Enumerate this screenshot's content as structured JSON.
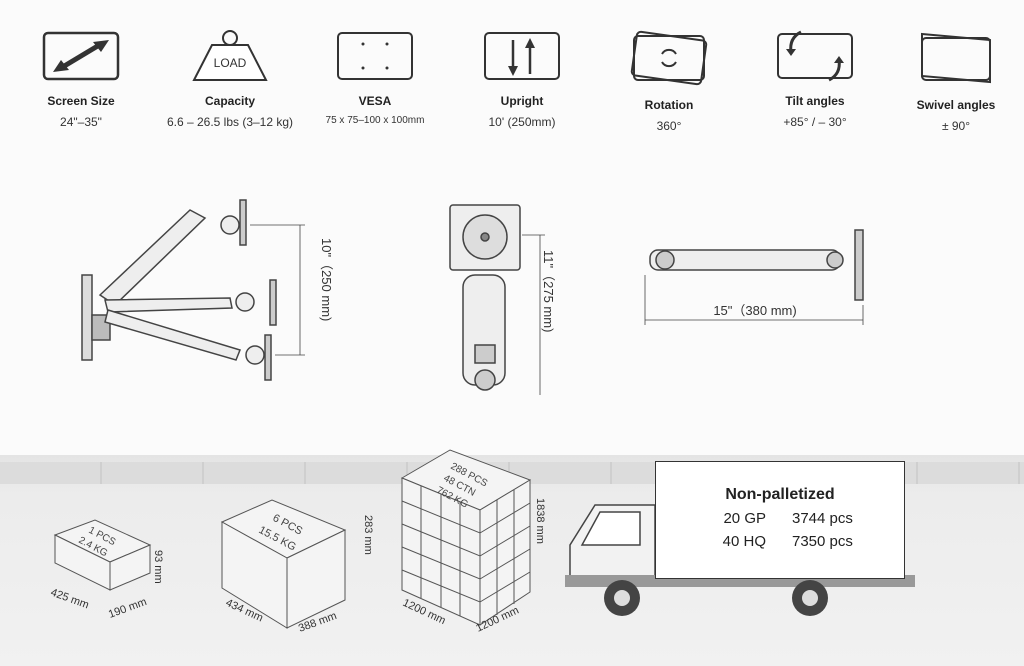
{
  "specs": [
    {
      "icon": "diagonal-arrow-icon",
      "label": "Screen Size",
      "value": "24\"–35\""
    },
    {
      "icon": "load-weight-icon",
      "label": "Capacity",
      "value": "6.6 – 26.5 lbs (3–12 kg)",
      "icon_text": "LOAD"
    },
    {
      "icon": "vesa-plate-icon",
      "label": "VESA",
      "value": "75 x 75–100 x 100mm"
    },
    {
      "icon": "up-down-arrows-icon",
      "label": "Upright",
      "value": "10' (250mm)"
    },
    {
      "icon": "rotation-icon",
      "label": "Rotation",
      "value": "360°"
    },
    {
      "icon": "tilt-icon",
      "label": "Tilt angles",
      "value": "+85°   / – 30°"
    },
    {
      "icon": "swivel-icon",
      "label": "Swivel angles",
      "value": "± 90°"
    }
  ],
  "dimensions": {
    "height_range": "10\"（250 mm)",
    "arm_height": "11\"（275 mm)",
    "extension": "15\"（380 mm)"
  },
  "packaging": {
    "single": {
      "line1": "1 PCS",
      "line2": "2.4 KG",
      "length": "425 mm",
      "width": "190 mm",
      "height": "93 mm"
    },
    "carton": {
      "line1": "6 PCS",
      "line2": "15.5 KG",
      "length": "434 mm",
      "width": "388 mm",
      "height": "283 mm"
    },
    "pallet": {
      "line1": "288 PCS",
      "line2": "48 CTN",
      "line3": "762 KG",
      "length": "1200 mm",
      "width": "1200 mm",
      "height": "1838 mm"
    }
  },
  "shipping": {
    "title": "Non-palletized",
    "rows": [
      {
        "container": "20 GP",
        "qty": "3744 pcs"
      },
      {
        "container": "40 HQ",
        "qty": "7350 pcs"
      }
    ]
  }
}
